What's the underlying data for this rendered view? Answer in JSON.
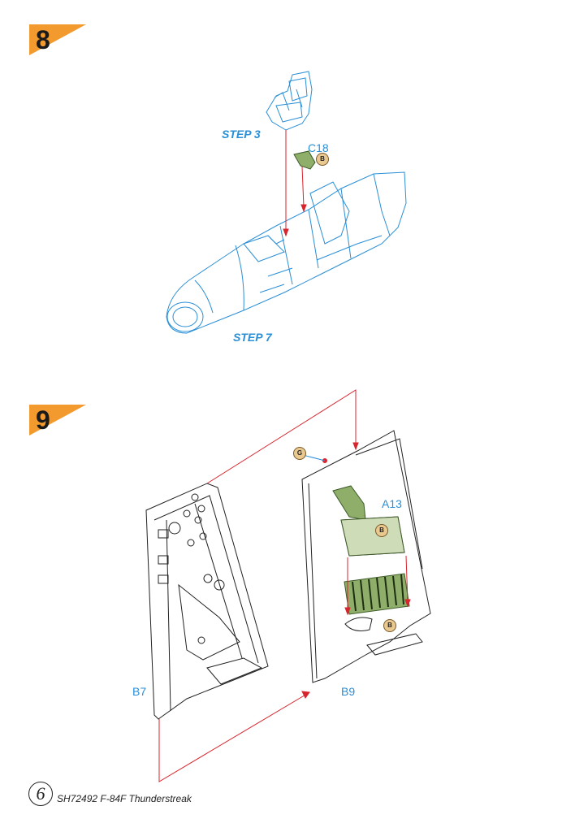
{
  "steps": {
    "step8": {
      "number": "8"
    },
    "step9": {
      "number": "9"
    }
  },
  "step8_labels": {
    "step3_ref": "STEP 3",
    "step7_ref": "STEP 7",
    "part_c18": "C18",
    "paint_b": "B"
  },
  "step9_labels": {
    "part_a13": "A13",
    "part_b7": "B7",
    "part_b9": "B9",
    "paint_g": "G",
    "paint_b1": "B",
    "paint_b2": "B"
  },
  "footer": {
    "page_number": "6",
    "product": "SH72492  F-84F Thunderstreak"
  },
  "colors": {
    "badge_orange": "#f39a2e",
    "line_blue": "#2a8fd6",
    "arrow_red": "#d8242c",
    "part_green": "#8fae6a"
  }
}
